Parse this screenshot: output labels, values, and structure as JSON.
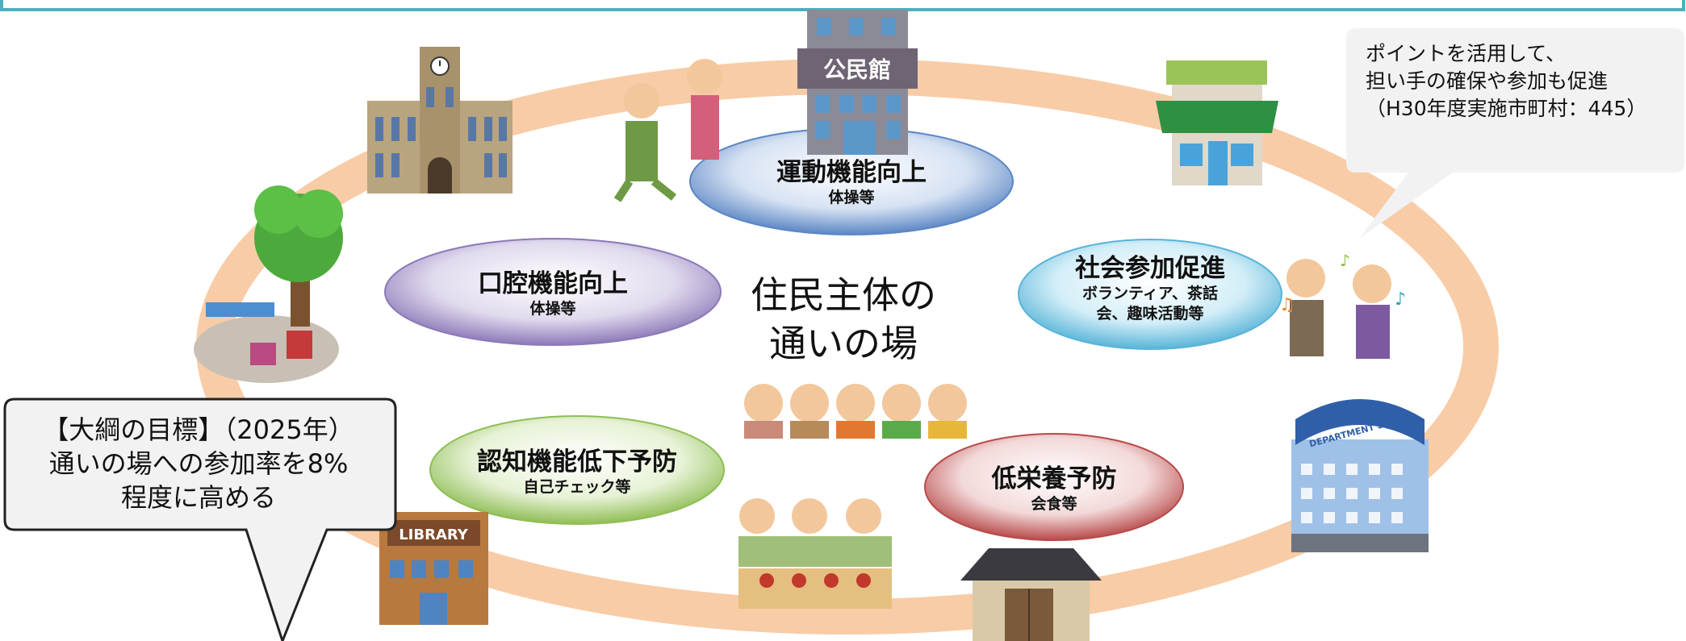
{
  "center": {
    "line1": "住民主体の",
    "line2": "通いの場"
  },
  "activities": [
    {
      "title": "運動機能向上",
      "sub": "体操等"
    },
    {
      "title": "口腔機能向上",
      "sub": "体操等"
    },
    {
      "title": "社会参加促進",
      "sub_lines": [
        "ボランティア、茶話",
        "会、趣味活動等"
      ]
    },
    {
      "title": "認知機能低下予防",
      "sub": "自己チェック等"
    },
    {
      "title": "低栄養予防",
      "sub": "会食等"
    }
  ],
  "callout_right": {
    "lines": [
      "ポイントを活用して、",
      "担い手の確保や参加も促進",
      "（H30年度実施市町村：445）"
    ]
  },
  "callout_left": {
    "lines": [
      "【大綱の目標】（2025年）",
      "通いの場への参加率を8%",
      "程度に高める"
    ]
  },
  "buildings": {
    "community_hall_sign": "公民館",
    "library_sign": "LIBRARY",
    "department_store_sign": "DEPARTMENT STORE"
  },
  "colors": {
    "frame": "#4bb0c0",
    "ring": "#f8cca6",
    "exercise_ellipse": "#5b86c4",
    "oral_ellipse": "#8c79b8",
    "social_ellipse": "#58b4d8",
    "cognitive_ellipse": "#8fbe55",
    "nutrition_ellipse": "#b84a4a"
  }
}
